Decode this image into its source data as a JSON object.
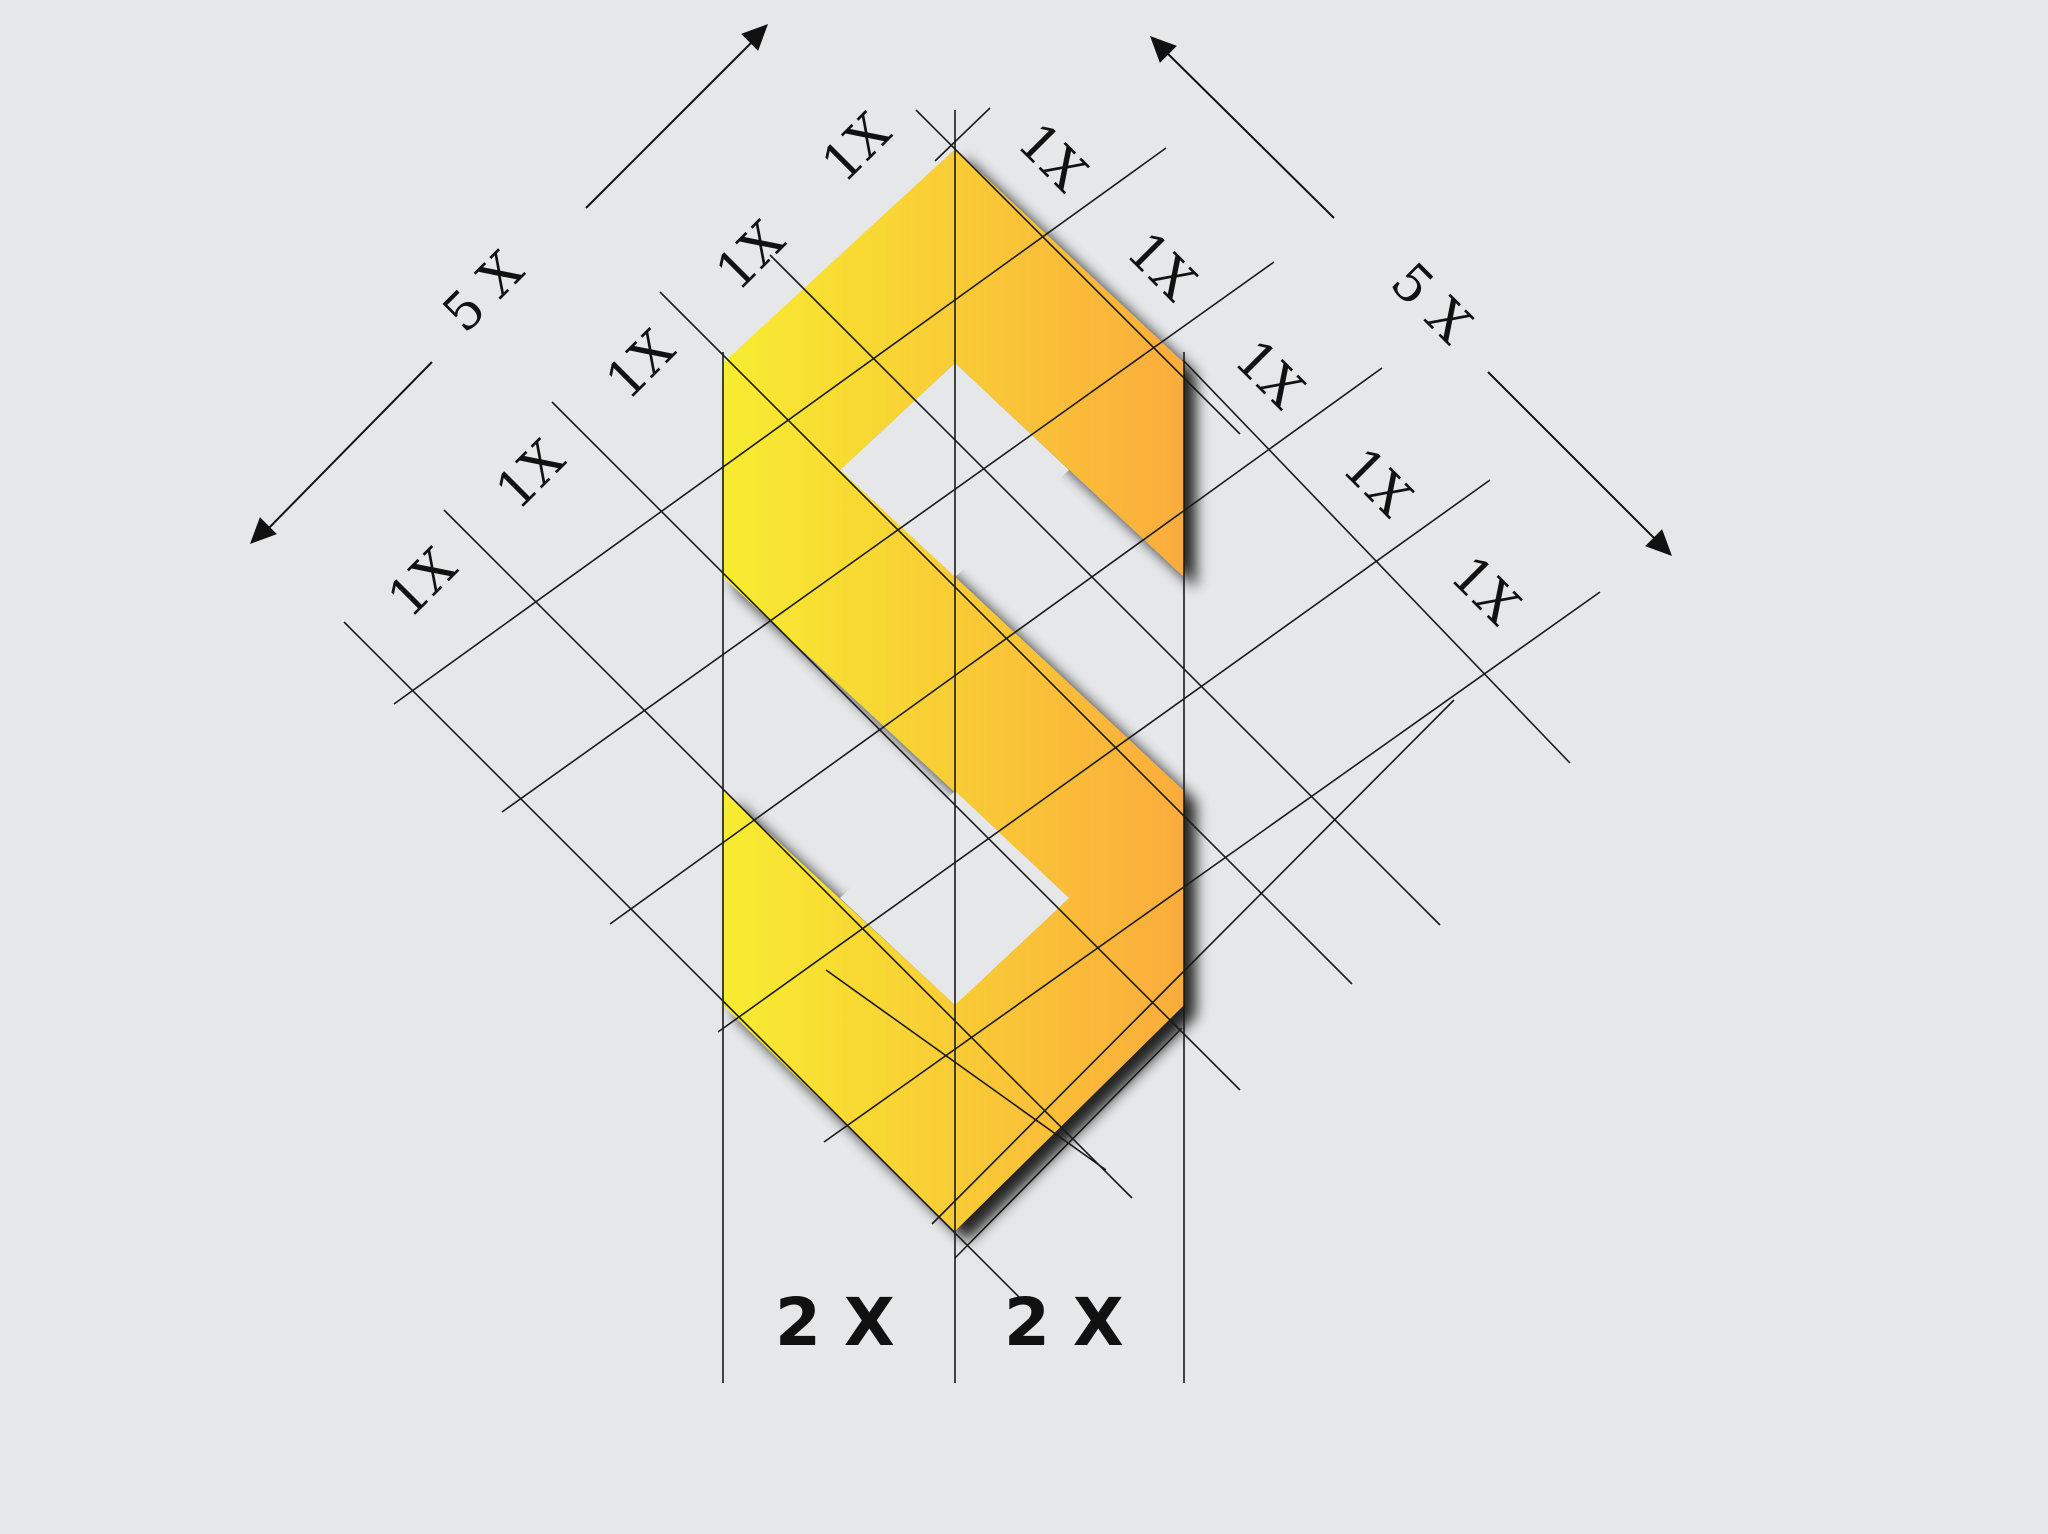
{
  "figure": {
    "labels": {
      "unit_left": [
        "1X",
        "1X",
        "1X",
        "1X",
        "1X"
      ],
      "unit_right": [
        "1X",
        "1X",
        "1X",
        "1X",
        "1X"
      ],
      "total_left": "5 X",
      "total_right": "5 X",
      "width_left": "2 X",
      "width_right": "2 X"
    },
    "colors": {
      "background": "#e6e7e8",
      "gradient_start": "#f7ec2f",
      "gradient_end": "#fbac3c",
      "lines": "#1a1a1a"
    }
  }
}
